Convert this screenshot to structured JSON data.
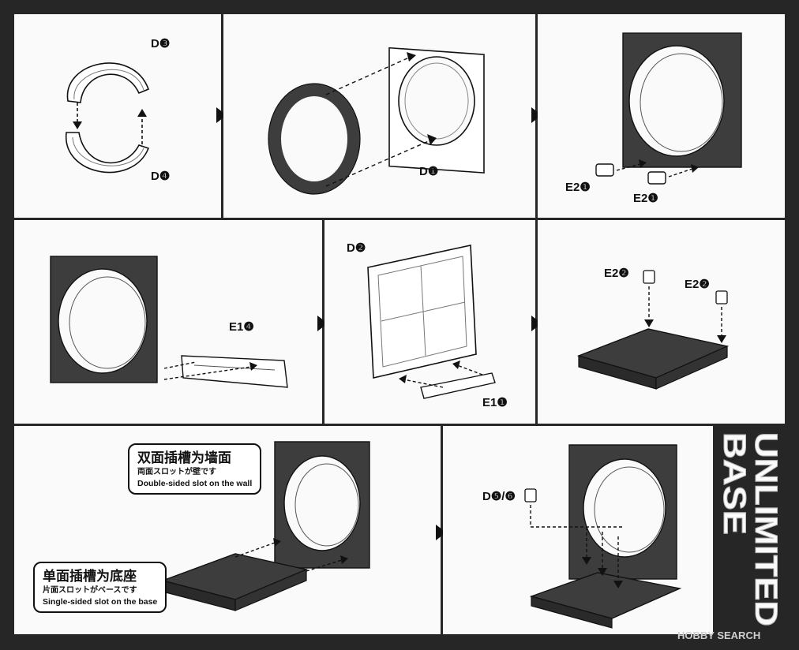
{
  "labels": {
    "d3": "D❸",
    "d4": "D❹",
    "d1": "D❶",
    "e2_1a": "E2❶",
    "e2_1b": "E2❶",
    "e1_4": "E1❹",
    "d2": "D❷",
    "e1_1": "E1❶",
    "e2_2a": "E2❷",
    "e2_2b": "E2❷",
    "d5_6": "D❺/❻"
  },
  "callouts": {
    "wall": {
      "zh": "双面插槽为墙面",
      "jp": "両面スロットが壁です",
      "en": "Double-sided slot on the wall"
    },
    "base": {
      "zh": "单面插槽为底座",
      "jp": "片面スロットがベースです",
      "en": "Single-sided slot on the base"
    }
  },
  "side_title": {
    "line1": "UNLIMITED",
    "line2": "BASE"
  },
  "watermark": "HOBBY SEARCH",
  "colors": {
    "frame": "#262626",
    "panel": "#fafafa",
    "part_dark": "#3d3d3d",
    "part_light": "#ffffff",
    "ink": "#111111"
  }
}
